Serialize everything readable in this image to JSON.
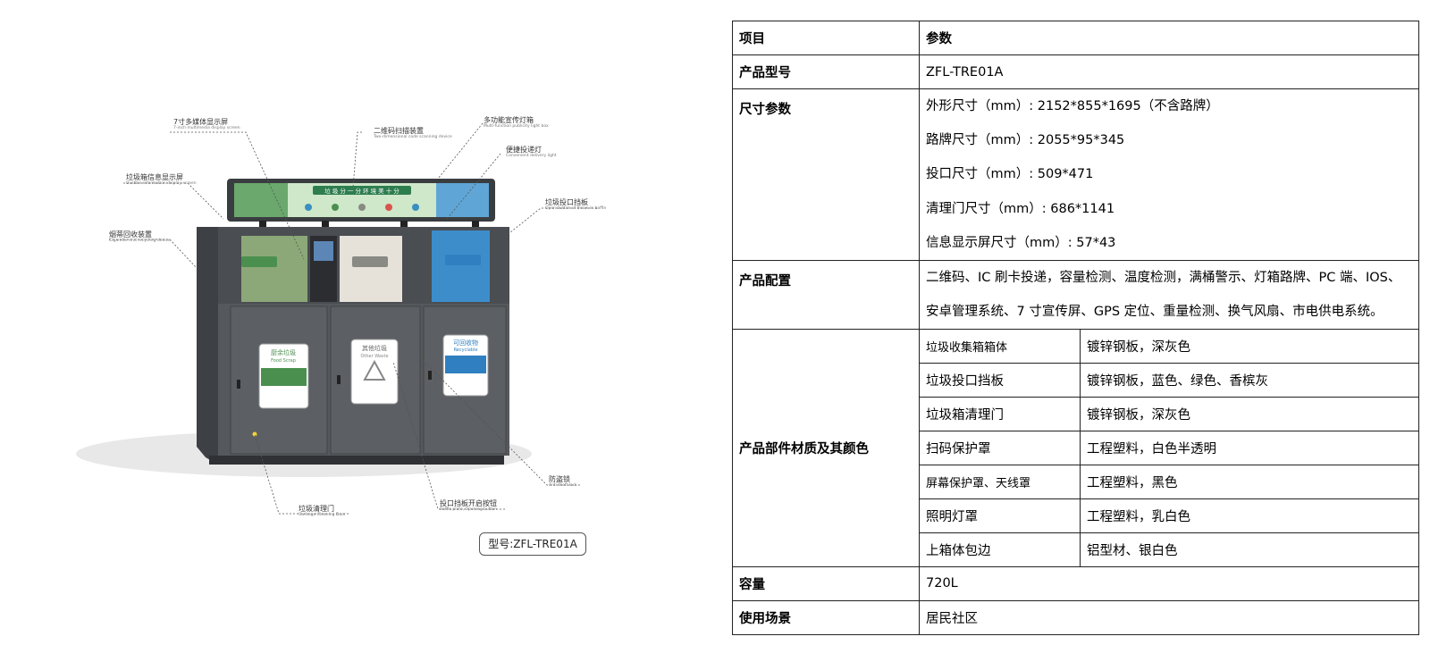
{
  "product_image": {
    "callouts": [
      {
        "cn": "7寸多媒体显示屏",
        "en": "7-inch multimedia display screen"
      },
      {
        "cn": "二维码扫描装置",
        "en": "Two-dimensional code scanning device"
      },
      {
        "cn": "多功能宣传灯箱",
        "en": "Multi-function publicity light box"
      },
      {
        "cn": "便捷投递灯",
        "en": "Convenient delivery light"
      },
      {
        "cn": "垃圾箱信息显示屏",
        "en": "Dustbin information display screen"
      },
      {
        "cn": "垃圾投口挡板",
        "en": "Open button of throw-in baffle"
      },
      {
        "cn": "烟蒂回收装置",
        "en": "Cigarette end recycling device"
      },
      {
        "cn": "防盗锁",
        "en": "Anti-theft lock"
      },
      {
        "cn": "投口挡板开启按钮",
        "en": "Baffle plate, Opening button"
      },
      {
        "cn": "垃圾清理门",
        "en": "Garbage Cleaning Door"
      }
    ],
    "lightbox_slogan": "垃 圾 分 一 分  环 境 美 十 分",
    "bins": [
      {
        "cn": "厨余垃圾",
        "en": "Food Scrap",
        "color": "#4b8f4f"
      },
      {
        "cn": "其他垃圾",
        "en": "Other Waste",
        "color": "#8a8a84"
      },
      {
        "cn": "可回收物",
        "en": "Recyclable",
        "color": "#2f7fc1"
      }
    ],
    "model_label": "型号:ZFL-TRE01A"
  },
  "spec_table": {
    "header": {
      "item": "项目",
      "value": "参数"
    },
    "model": {
      "label": "产品型号",
      "value": "ZFL-TRE01A"
    },
    "size": {
      "label": "尺寸参数",
      "lines": [
        "外形尺寸（mm）: 2152*855*1695（不含路牌）",
        "路牌尺寸（mm）: 2055*95*345",
        "投口尺寸（mm）: 509*471",
        "清理门尺寸（mm）: 686*1141",
        "信息显示屏尺寸（mm）: 57*43"
      ]
    },
    "config": {
      "label": "产品配置",
      "value": "二维码、IC 刷卡投递，容量检测、温度检测，满桶警示、灯箱路牌、PC 端、IOS、安卓管理系统、7 寸宣传屏、GPS 定位、重量检测、换气风扇、市电供电系统。"
    },
    "materials": {
      "label": "产品部件材质及其颜色",
      "rows": [
        {
          "part": "垃圾收集箱箱体",
          "material": "镀锌钢板，深灰色"
        },
        {
          "part": "垃圾投口挡板",
          "material": "镀锌钢板，蓝色、绿色、香槟灰"
        },
        {
          "part": "垃圾箱清理门",
          "material": "镀锌钢板，深灰色"
        },
        {
          "part": "扫码保护罩",
          "material": "工程塑料，白色半透明"
        },
        {
          "part": "屏幕保护罩、天线罩",
          "material": "工程塑料，黑色"
        },
        {
          "part": "照明灯罩",
          "material": "工程塑料，乳白色"
        },
        {
          "part": "上箱体包边",
          "material": "铝型材、银白色"
        }
      ]
    },
    "capacity": {
      "label": "容量",
      "value": "720L"
    },
    "scenario": {
      "label": "使用场景",
      "value": "居民社区"
    }
  }
}
